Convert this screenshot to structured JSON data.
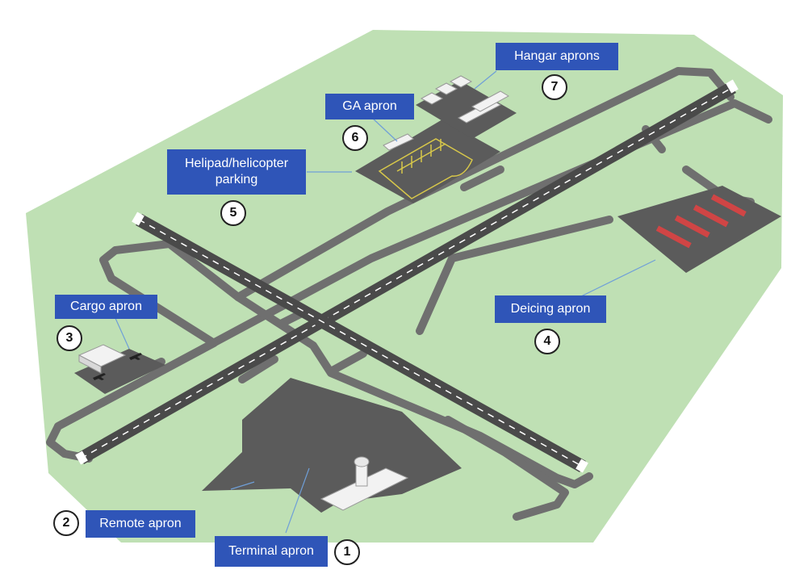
{
  "labels": {
    "hangar": "Hangar aprons",
    "ga": "GA apron",
    "helipad": "Helipad/helicopter parking",
    "cargo": "Cargo apron",
    "deicing": "Deicing apron",
    "remote": "Remote apron",
    "terminal": "Terminal apron"
  },
  "numbers": {
    "terminal": "1",
    "remote": "2",
    "cargo": "3",
    "deicing": "4",
    "helipad": "5",
    "ga": "6",
    "hangar": "7"
  },
  "colors": {
    "grass": "#bfe0b4",
    "pavement": "#6f6f6f",
    "apron": "#5b5b5b",
    "label": "#2f55b8",
    "deicing_pad": "#d04545",
    "arrow": "#6f9fd8"
  }
}
